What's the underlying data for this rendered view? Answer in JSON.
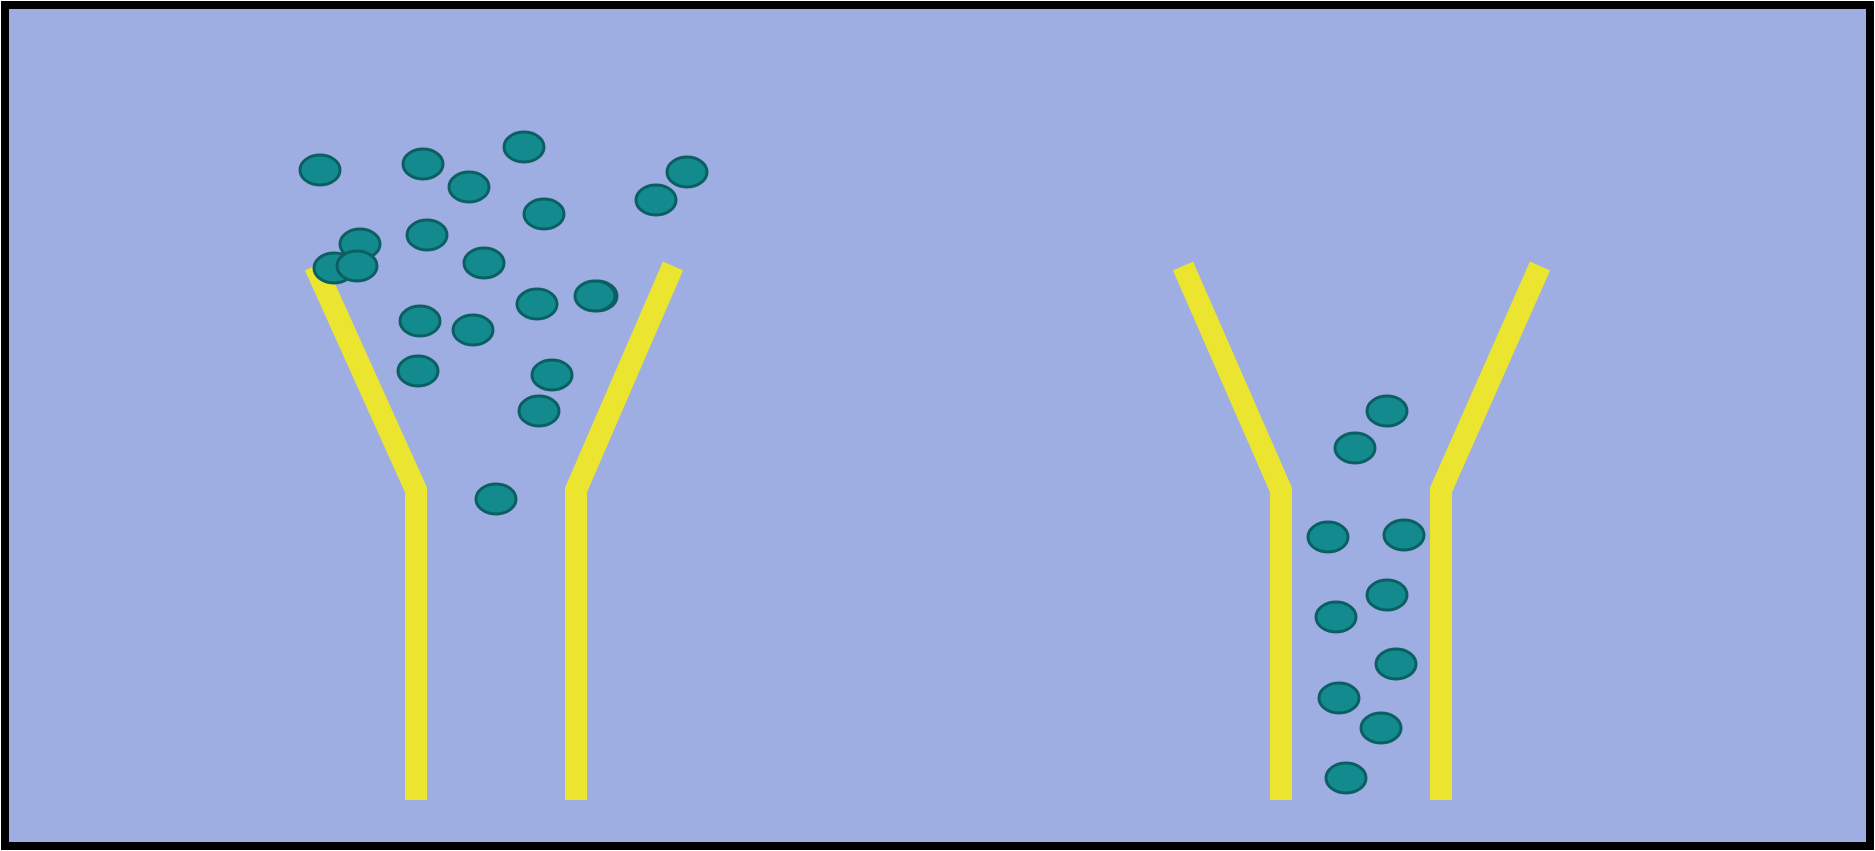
{
  "colors": {
    "background": "#9eaee2",
    "frame": "#000000",
    "funnel": "#ece52f",
    "particle_fill": "#138b8e",
    "particle_stroke": "#0b5f63"
  },
  "funnels": [
    {
      "name": "funnel-left",
      "state": "particles scattered above and entering the funnel",
      "particle_count": 21
    },
    {
      "name": "funnel-right",
      "state": "particles queued inside the funnel neck",
      "particle_count": 10
    }
  ]
}
